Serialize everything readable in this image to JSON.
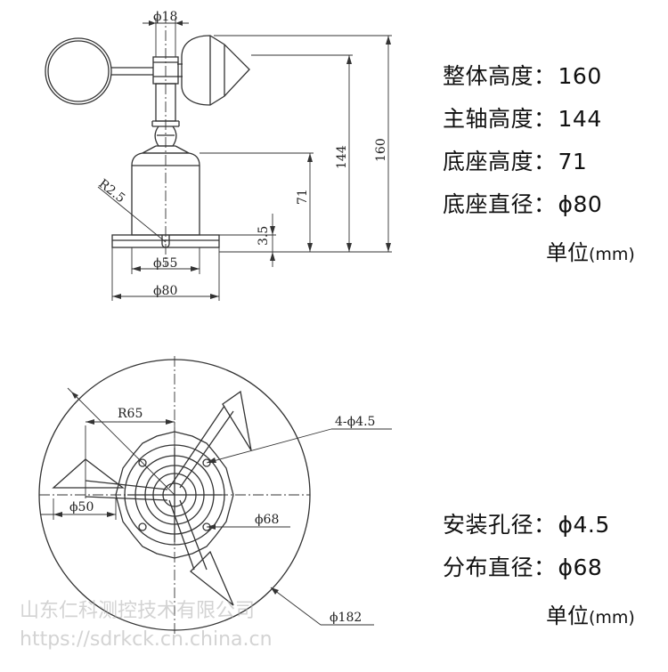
{
  "colors": {
    "line": "#333333",
    "text": "#111111",
    "watermark": "#b4b4b4"
  },
  "side_view": {
    "dims": {
      "top_dia": "ϕ18",
      "height_160": "160",
      "height_144": "144",
      "height_71": "71",
      "flange_35": "3.5",
      "radius": "R2.5",
      "bottom_dia_55": "ϕ55",
      "base_dia_80": "ϕ80"
    }
  },
  "side_specs": [
    {
      "label": "整体高度",
      "colon": "：",
      "value": "160"
    },
    {
      "label": "主轴高度",
      "colon": "：",
      "value": "144"
    },
    {
      "label": "底座高度",
      "colon": "：",
      "value": "71"
    },
    {
      "label": "底座直径",
      "colon": "：",
      "value": "ϕ80"
    }
  ],
  "unit_text": {
    "label": "单位",
    "unit": "(mm)"
  },
  "top_view": {
    "dims": {
      "r65": "R65",
      "holes": "4-ϕ4.5",
      "d68": "ϕ68",
      "d50": "ϕ50",
      "d182": "ϕ182"
    }
  },
  "bottom_specs": [
    {
      "label": "安装孔径",
      "colon": "：",
      "value": "ϕ4.5"
    },
    {
      "label": "分布直径",
      "colon": "：",
      "value": "ϕ68"
    }
  ],
  "watermark": {
    "company": "山东仁科测控技术有限公司",
    "url": "https://sdrkck.cn.china.cn"
  }
}
